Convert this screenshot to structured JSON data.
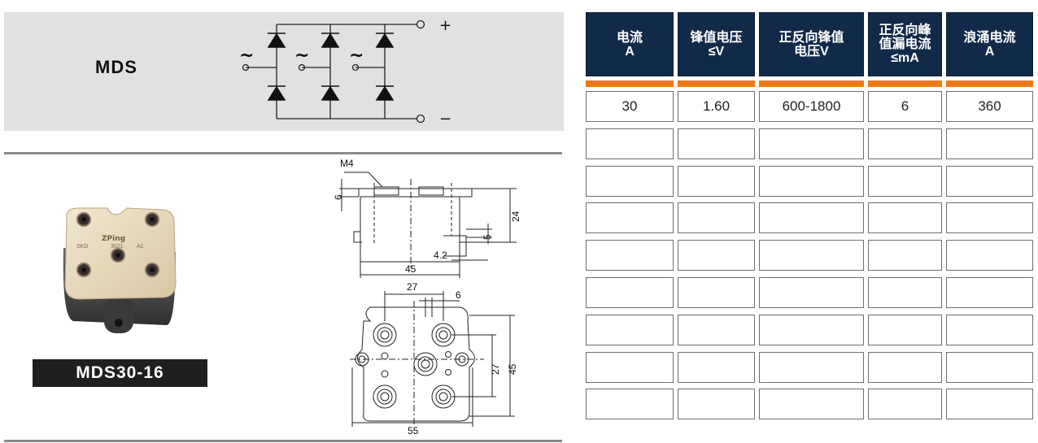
{
  "diagram": {
    "model": "MDS",
    "ac_symbol": "~",
    "plus": "+",
    "minus": "−"
  },
  "product": {
    "part_number": "MDS30-16",
    "photo_marking": [
      "SKD",
      "3021",
      "A1",
      "ZPing"
    ]
  },
  "drawing": {
    "labels": [
      "M4",
      "6",
      "24",
      "5",
      "4.2",
      "45",
      "27",
      "6",
      "27",
      "45",
      "55"
    ]
  },
  "table": {
    "headers": [
      "电流\nA",
      "锋值电压\n≤V",
      "正反向锋值\n电压V",
      "正反向峰\n值漏电流\n≤mA",
      "浪涌电流\nA"
    ],
    "rows": [
      [
        "30",
        "1.60",
        "600-1800",
        "6",
        "360"
      ],
      [
        "",
        "",
        "",
        "",
        ""
      ],
      [
        "",
        "",
        "",
        "",
        ""
      ],
      [
        "",
        "",
        "",
        "",
        ""
      ],
      [
        "",
        "",
        "",
        "",
        ""
      ],
      [
        "",
        "",
        "",
        "",
        ""
      ],
      [
        "",
        "",
        "",
        "",
        ""
      ],
      [
        "",
        "",
        "",
        "",
        ""
      ],
      [
        "",
        "",
        "",
        "",
        ""
      ]
    ]
  },
  "colors": {
    "header_bg": "#122a4a",
    "accent": "#ee7a16",
    "band": "#e1e1e1"
  }
}
